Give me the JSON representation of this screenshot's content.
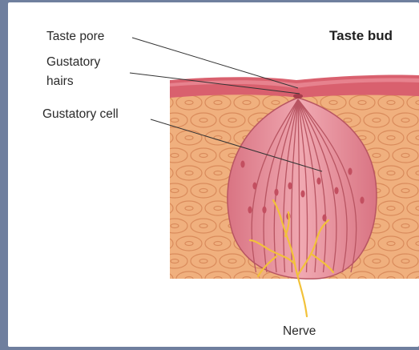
{
  "diagram": {
    "title": "Taste bud",
    "labels": {
      "taste_pore": "Taste pore",
      "gustatory_hairs_line1": "Gustatory",
      "gustatory_hairs_line2": "hairs",
      "gustatory_cell": "Gustatory cell",
      "nerve": "Nerve"
    },
    "colors": {
      "background_frame": "#6f7f9e",
      "card": "#ffffff",
      "tissue": "#f0b07e",
      "tissue_cell_outline": "#d98b5c",
      "surface_layer": "#d9606e",
      "bud_cell": "#e7939d",
      "bud_cell_highlight": "#f5c4ca",
      "bud_cell_outline": "#b85562",
      "nerve": "#f2c23a",
      "leader_line": "#333333"
    }
  }
}
